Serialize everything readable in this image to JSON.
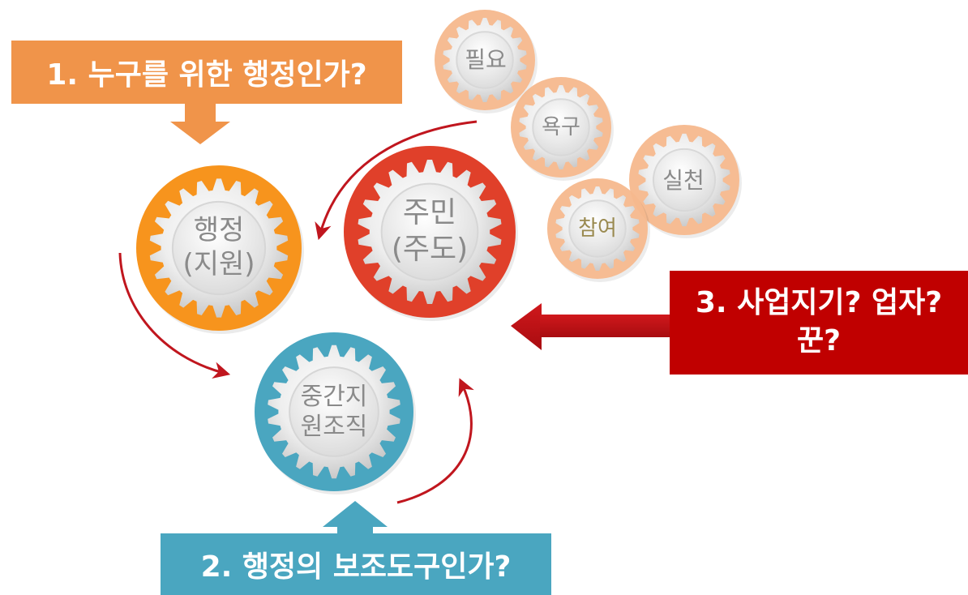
{
  "questions": {
    "q1": "1. 누구를 위한 행정인가?",
    "q2": "2. 행정의 보조도구인가?",
    "q3": "3. 사업지기? 업자?\n꾼?"
  },
  "gears": {
    "admin": "행정\n(지원)",
    "resident": "주민\n(주도)",
    "intermediary": "중간지\n원조직",
    "need": "필요",
    "desire": "욕구",
    "practice": "실천",
    "participation": "참여"
  },
  "colors": {
    "orange_banner": "#f0944a",
    "orange_gear": "#f7941d",
    "red_gear": "#e0402a",
    "teal": "#4aa6c0",
    "dark_red": "#c00000",
    "peach": "#f6b98e",
    "arrow_red": "#c0161e"
  }
}
